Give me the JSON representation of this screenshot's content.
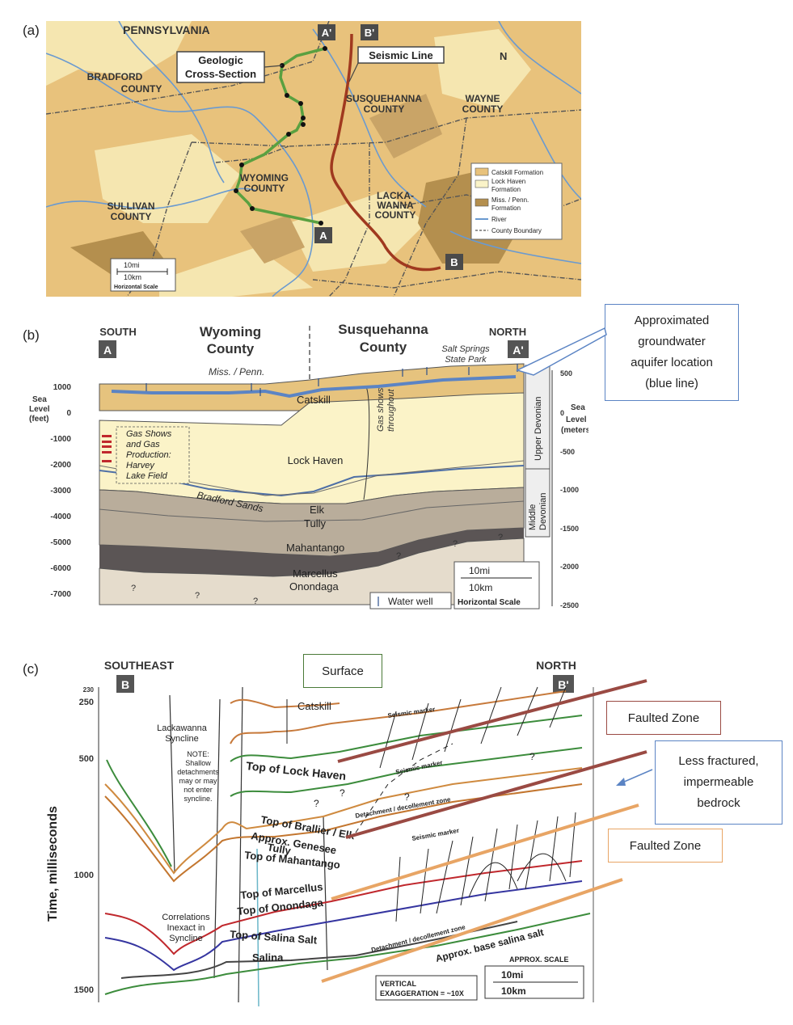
{
  "panels": {
    "a": "(a)",
    "b": "(b)",
    "c": "(c)"
  },
  "map": {
    "state": "PENNSYLVANIA",
    "counties": {
      "bradford_1": "BRADFORD",
      "bradford_2": "COUNTY",
      "susquehanna_1": "SUSQUEHANNA",
      "susquehanna_2": "COUNTY",
      "wayne_1": "WAYNE",
      "wayne_2": "COUNTY",
      "wyoming_1": "WYOMING",
      "wyoming_2": "COUNTY",
      "sullivan_1": "SULLIVAN",
      "sullivan_2": "COUNTY",
      "lackawanna_1": "LACKA-",
      "lackawanna_2": "WANNA",
      "lackawanna_3": "COUNTY"
    },
    "labels": {
      "cross_section_1": "Geologic",
      "cross_section_2": "Cross-Section",
      "seismic_line": "Seismic Line",
      "north": "N"
    },
    "points": {
      "a": "A",
      "a_prime": "A'",
      "b": "B",
      "b_prime": "B'"
    },
    "legend": {
      "catskill": "Catskill Formation",
      "lock_haven_1": "Lock Haven",
      "lock_haven_2": "Formation",
      "miss_penn_1": "Miss. / Penn.",
      "miss_penn_2": "Formation",
      "river": "River",
      "county_boundary": "County Boundary"
    },
    "scale": {
      "mi": "10mi",
      "km": "10km",
      "label": "Horizontal Scale"
    },
    "colors": {
      "catskill": "#e8c27c",
      "lock_haven": "#faf3c8",
      "miss_penn": "#b48f4e",
      "river": "#6a9ad0",
      "seismic": "#a0391f",
      "cross_section": "#5aa040"
    }
  },
  "section": {
    "south": "SOUTH",
    "north": "NORTH",
    "a": "A",
    "a_prime": "A'",
    "wyoming_1": "Wyoming",
    "wyoming_2": "County",
    "susquehanna_1": "Susquehanna",
    "susquehanna_2": "County",
    "salt_springs_1": "Salt Springs",
    "salt_springs_2": "State Park",
    "miss_penn": "Miss. / Penn.",
    "catskill": "Catskill",
    "lock_haven": "Lock Haven",
    "gas_shows_1": "Gas shows",
    "gas_shows_2": "throughout",
    "bradford_sands": "Bradford Sands",
    "elk": "Elk",
    "tully": "Tully",
    "mahantango": "Mahantango",
    "marcellus": "Marcellus",
    "onondaga": "Onondaga",
    "gas_prod_1": "Gas Shows",
    "gas_prod_2": "and Gas",
    "gas_prod_3": "Production:",
    "gas_prod_4": "Harvey",
    "gas_prod_5": "Lake Field",
    "upper_devonian": "Upper Devonian",
    "middle_devonian_1": "Middle",
    "middle_devonian_2": "Devonian",
    "left_axis_1": "Sea",
    "left_axis_2": "Level",
    "left_axis_3": "(feet)",
    "right_axis_1": "Sea",
    "right_axis_2": "Level",
    "right_axis_3": "(meters)",
    "feet_ticks": [
      "1000",
      "0",
      "-1000",
      "-2000",
      "-3000",
      "-4000",
      "-5000",
      "-6000",
      "-7000"
    ],
    "meter_ticks": [
      "500",
      "0",
      "-500",
      "-1000",
      "-1500",
      "-2000",
      "-2500"
    ],
    "water_well": "Water well",
    "scale_mi": "10mi",
    "scale_km": "10km",
    "scale_label": "Horizontal Scale",
    "question": "?"
  },
  "seismic": {
    "southeast": "SOUTHEAST",
    "north": "NORTH",
    "b": "B",
    "b_prime": "B'",
    "y_axis": "Time, milliseconds",
    "y_ticks": [
      "230",
      "250",
      "500",
      "1000",
      "1500"
    ],
    "catskill": "Catskill",
    "lackawanna_1": "Lackawanna",
    "lackawanna_2": "Syncline",
    "note_1": "NOTE:",
    "note_2": "Shallow",
    "note_3": "detachments",
    "note_4": "may or may",
    "note_5": "not enter",
    "note_6": "syncline.",
    "top_lock_haven": "Top of Lock Haven",
    "top_brallier": "Top of Brallier / Elk",
    "genesee": "Approx. Genesee",
    "tully": "Tully",
    "top_mahantango": "Top of Mahantango",
    "top_marcellus": "Top of Marcellus",
    "top_onondaga": "Top of Onondaga",
    "top_salina": "Top of Salina Salt",
    "salina": "Salina",
    "corr_1": "Correlations",
    "corr_2": "Inexact in",
    "corr_3": "Syncline",
    "seismic_marker": "Seismic marker",
    "detachment": "Detachment / decollement zone",
    "base_salina": "Approx. base salina salt",
    "vertical_1": "VERTICAL",
    "vertical_2": "EXAGGERATION = ~10X",
    "approx_scale": "APPROX. SCALE",
    "scale_mi": "10mi",
    "scale_km": "10km",
    "question": "?"
  },
  "callouts": {
    "aquifer_1": "Approximated",
    "aquifer_2": "groundwater",
    "aquifer_3": "aquifer location",
    "aquifer_4": "(blue line)",
    "surface": "Surface",
    "faulted_1": "Faulted Zone",
    "less_fractured_1": "Less fractured,",
    "less_fractured_2": "impermeable",
    "less_fractured_3": "bedrock",
    "faulted_2": "Faulted Zone"
  }
}
